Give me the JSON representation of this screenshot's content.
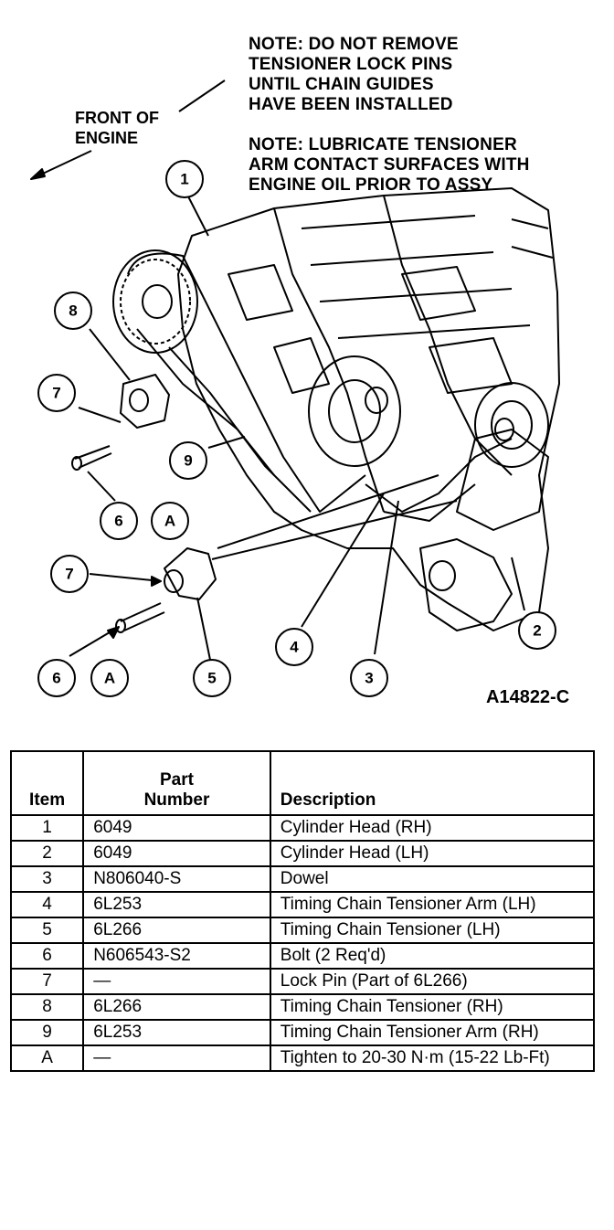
{
  "diagram": {
    "notes": [
      "NOTE: DO NOT REMOVE\nTENSIONER LOCK PINS\nUNTIL CHAIN GUIDES\nHAVE BEEN INSTALLED",
      "NOTE: LUBRICATE TENSIONER\nARM CONTACT SURFACES WITH\nENGINE OIL PRIOR TO ASSY"
    ],
    "front_label": "FRONT OF\nENGINE",
    "figure_id": "A14822-C",
    "callouts": [
      "1",
      "2",
      "3",
      "4",
      "5",
      "6",
      "A",
      "7",
      "8",
      "9"
    ]
  },
  "table": {
    "headers": {
      "item": "Item",
      "part_number": "Part\nNumber",
      "description": "Description"
    },
    "rows": [
      {
        "item": "1",
        "part": "6049",
        "desc": "Cylinder Head (RH)"
      },
      {
        "item": "2",
        "part": "6049",
        "desc": "Cylinder Head (LH)"
      },
      {
        "item": "3",
        "part": "N806040-S",
        "desc": "Dowel"
      },
      {
        "item": "4",
        "part": "6L253",
        "desc": "Timing Chain Tensioner Arm (LH)"
      },
      {
        "item": "5",
        "part": "6L266",
        "desc": "Timing Chain Tensioner (LH)"
      },
      {
        "item": "6",
        "part": "N606543-S2",
        "desc": "Bolt (2 Req'd)"
      },
      {
        "item": "7",
        "part": "—",
        "desc": "Lock Pin (Part of 6L266)"
      },
      {
        "item": "8",
        "part": "6L266",
        "desc": "Timing Chain Tensioner (RH)"
      },
      {
        "item": "9",
        "part": "6L253",
        "desc": "Timing Chain Tensioner Arm (RH)"
      },
      {
        "item": "A",
        "part": "—",
        "desc": "Tighten to 20-30 N·m (15-22 Lb-Ft)"
      }
    ]
  }
}
